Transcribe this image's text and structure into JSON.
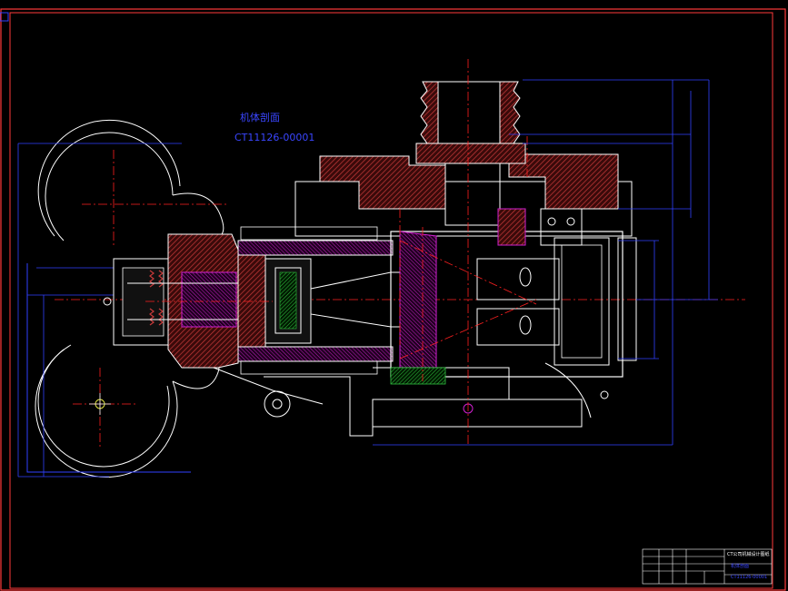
{
  "view": {
    "title": "机体剖面",
    "drawing_code": "CT11126-00001"
  },
  "title_block": {
    "company": "CT公司机械设计图纸",
    "name": "机体剖面",
    "code": "CT11126-00001"
  },
  "colors": {
    "background": "#000000",
    "frame": "#ff3a3a",
    "outline": "#ffffff",
    "centerline": "#ff2020",
    "hatch": "#c83a3a",
    "dimension": "#3040ff",
    "label": "#3a46ff",
    "accent": "#d020d0",
    "green": "#30c040",
    "yellow": "#e0e040"
  }
}
